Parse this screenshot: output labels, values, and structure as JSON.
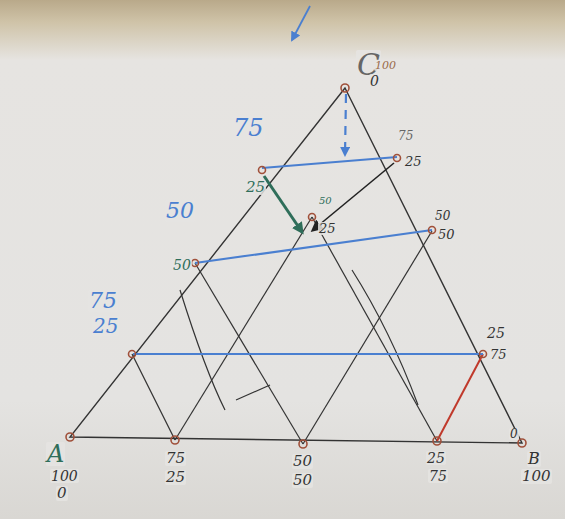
{
  "diagram": {
    "labels": [
      "C",
      "100",
      "0",
      "75",
      "25",
      "75",
      "25",
      "50",
      "25",
      "50",
      "50",
      "50",
      "50",
      "75",
      "25",
      "25",
      "75",
      "A",
      "100",
      "0",
      "75",
      "25",
      "50",
      "50",
      "25",
      "75",
      "0",
      "B",
      "100"
    ]
  }
}
